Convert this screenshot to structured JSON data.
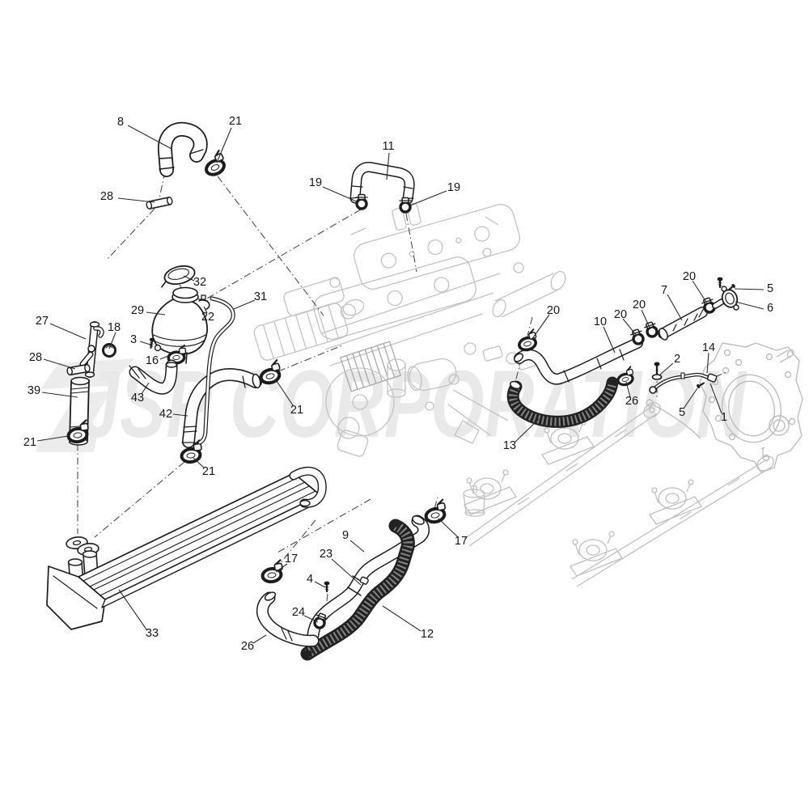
{
  "watermark": {
    "text": "JSP CORPORATION",
    "color": "#e9e9e9"
  },
  "diagram": {
    "kind": "exploded-parts-diagram",
    "subject": "engine cooling system hoses, clamps, reservoir and cooler",
    "ink_color": "#1c1c1c",
    "ghost_color": "#c2c2c2"
  },
  "labels": [
    "8",
    "21",
    "28",
    "11",
    "19",
    "19",
    "32",
    "31",
    "29",
    "22",
    "27",
    "18",
    "3",
    "16",
    "28",
    "39",
    "43",
    "42",
    "21",
    "21",
    "21",
    "20",
    "10",
    "20",
    "20",
    "7",
    "20",
    "5",
    "6",
    "2",
    "14",
    "26",
    "5",
    "1",
    "13",
    "17",
    "9",
    "23",
    "17",
    "4",
    "24",
    "12",
    "26",
    "33"
  ]
}
